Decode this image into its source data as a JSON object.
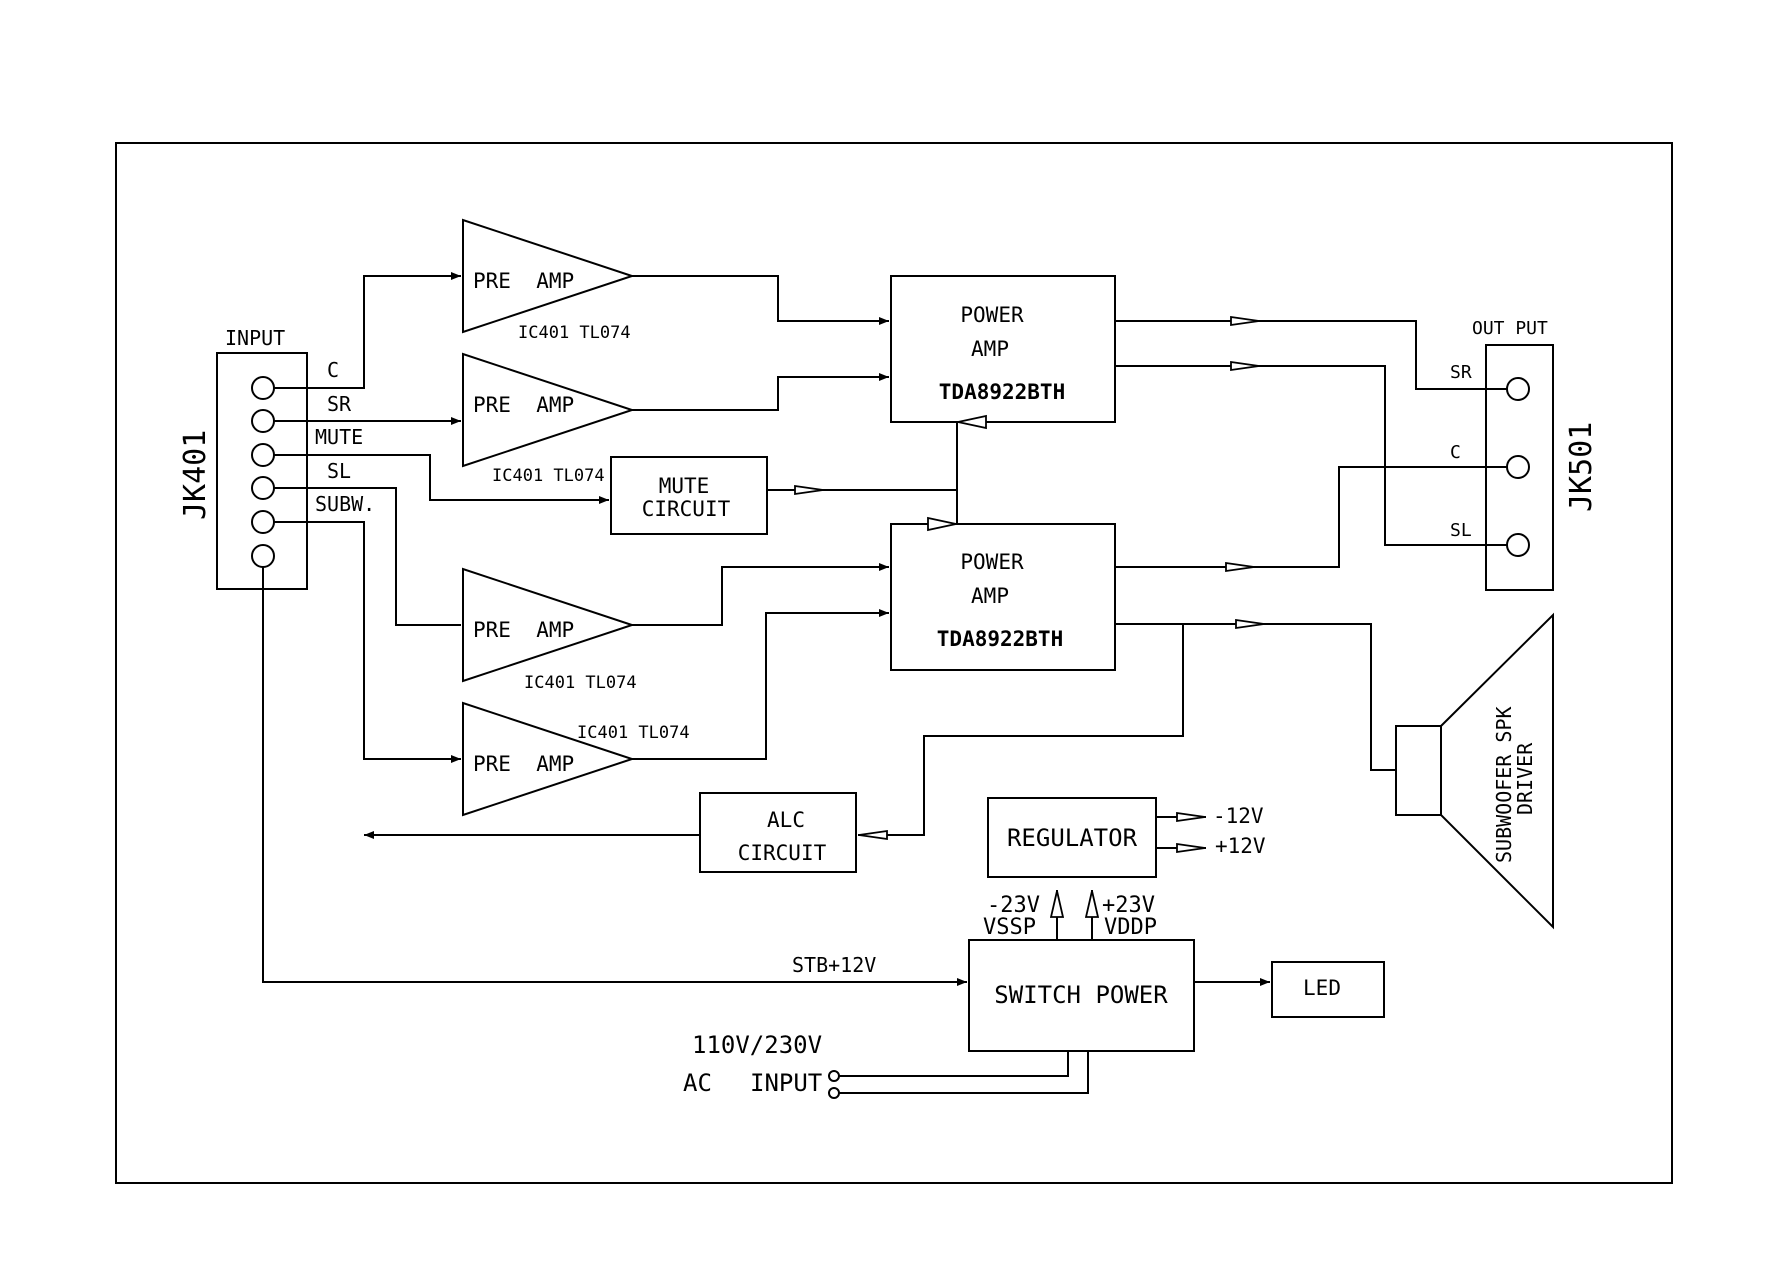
{
  "input_connector": {
    "ref": "JK401",
    "title": "INPUT",
    "pins": [
      "C",
      "SR",
      "MUTE",
      "SL",
      "SUBW."
    ]
  },
  "output_connector": {
    "ref": "JK501",
    "title": "OUT PUT",
    "pins": [
      "SR",
      "C",
      "SL"
    ]
  },
  "preamps": [
    {
      "label": "PRE  AMP",
      "part": "IC401 TL074"
    },
    {
      "label": "PRE  AMP",
      "part": "IC401 TL074"
    },
    {
      "label": "PRE  AMP",
      "part": "IC401 TL074"
    },
    {
      "label": "PRE  AMP",
      "part": "IC401 TL074"
    }
  ],
  "power_amps": [
    {
      "line1": "POWER",
      "line2": "AMP",
      "part": "TDA8922BTH"
    },
    {
      "line1": "POWER",
      "line2": "AMP",
      "part": "TDA8922BTH"
    }
  ],
  "mute_circuit": {
    "line1": "MUTE",
    "line2": "CIRCUIT"
  },
  "alc_circuit": {
    "line1": "ALC",
    "line2": "CIRCUIT"
  },
  "regulator": {
    "label": "REGULATOR",
    "out_neg": "-12V",
    "out_pos": "+12V"
  },
  "switch_power": {
    "label": "SWITCH POWER",
    "rail_neg_v": "-23V",
    "rail_neg_name": "VSSP",
    "rail_pos_v": "+23V",
    "rail_pos_name": "VDDP",
    "stb_label": "STB+12V"
  },
  "led": {
    "label": "LED"
  },
  "ac_input": {
    "voltage": "110V/230V",
    "label_ac": "AC",
    "label_input": "INPUT"
  },
  "subwoofer": {
    "line1": "SUBWOOFER SPK",
    "line2": "DRIVER"
  }
}
